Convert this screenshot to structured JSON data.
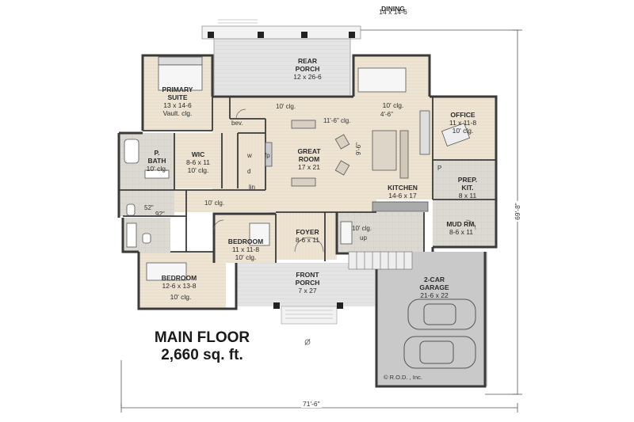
{
  "title": {
    "line1": "MAIN FLOOR",
    "line2": "2,660 sq. ft."
  },
  "rooms": {
    "rear_porch": {
      "name": "REAR",
      "name2": "PORCH",
      "size": "12 x 26-6"
    },
    "dining": {
      "name": "DINING",
      "size": "14 x 14-6",
      "note": "10' clg."
    },
    "primary_suite": {
      "name": "PRIMARY",
      "name2": "SUITE",
      "size": "13 x 14-6",
      "note": "Vault. clg."
    },
    "office": {
      "name": "OFFICE",
      "size": "11 x 11-8",
      "note": "10' clg."
    },
    "p_bath": {
      "name": "P.",
      "name2": "BATH",
      "note": "10' clg."
    },
    "wic": {
      "name": "WIC",
      "size": "8-6 x 11",
      "note": "10' clg."
    },
    "great_room": {
      "name": "GREAT",
      "name2": "ROOM",
      "size": "17 x 21"
    },
    "kitchen": {
      "name": "KITCHEN",
      "size": "14-6 x 17"
    },
    "prep_kit": {
      "name": "PREP.",
      "name2": "KIT.",
      "size": "8 x 11"
    },
    "mud_rm": {
      "name": "MUD RM.",
      "size": "8-6 x 11"
    },
    "foyer": {
      "name": "FOYER",
      "size": "8-6 x 11"
    },
    "bedroom1": {
      "name": "BEDROOM",
      "size": "11 x 11-8",
      "note": "10' clg."
    },
    "bedroom2": {
      "name": "BEDROOM",
      "size": "12-6 x 13-8",
      "note": "10' clg."
    },
    "front_porch": {
      "name": "FRONT",
      "name2": "PORCH",
      "size": "7 x 27"
    },
    "garage": {
      "name": "2-CAR",
      "name2": "GARAGE",
      "size": "21-6 x 22"
    }
  },
  "labels": {
    "bev": "bev.",
    "clg_top": "10' clg.",
    "clg_great": "11'-6\" clg.",
    "dim_46": "4'-6\"",
    "dim_96": "9'-6\"",
    "fp": "fp",
    "w": "w",
    "d": "d",
    "lin": "lin",
    "clg_hall": "10' clg.",
    "clg_foyer": "10' clg.",
    "up": "up",
    "dim_52": "52\"",
    "dim_92": "92\"",
    "p": "P"
  },
  "dimensions": {
    "width": "71'-6\"",
    "depth": "69'-8\""
  },
  "credit": "© R.O.D. , Inc.",
  "colors": {
    "wall": "#3a3a3a",
    "floor_wood": "#ede4d3",
    "floor_tile": "#d9d6cf",
    "porch": "#e3e3e3",
    "garage": "#c9c9c9"
  }
}
